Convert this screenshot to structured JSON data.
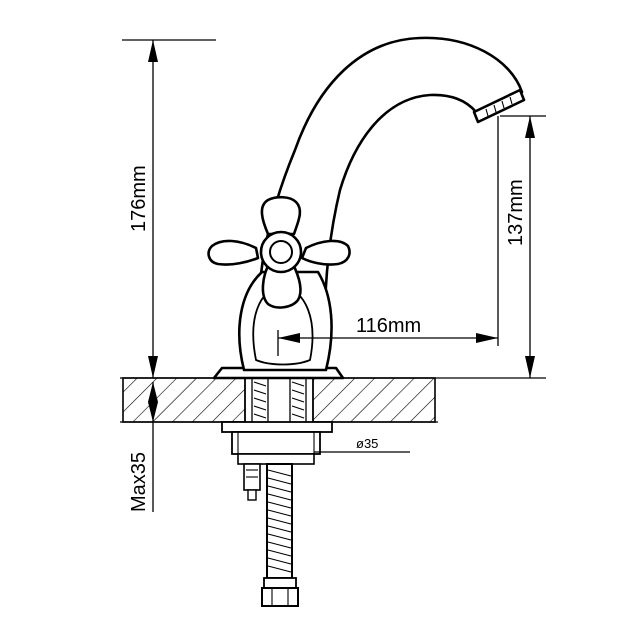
{
  "dimensions": {
    "total_height": "176mm",
    "spout_height": "137mm",
    "spout_reach": "116mm",
    "max_deck_thickness": "Max35",
    "hole_diameter": "ø35"
  },
  "colors": {
    "line": "#000000",
    "background": "#ffffff"
  }
}
